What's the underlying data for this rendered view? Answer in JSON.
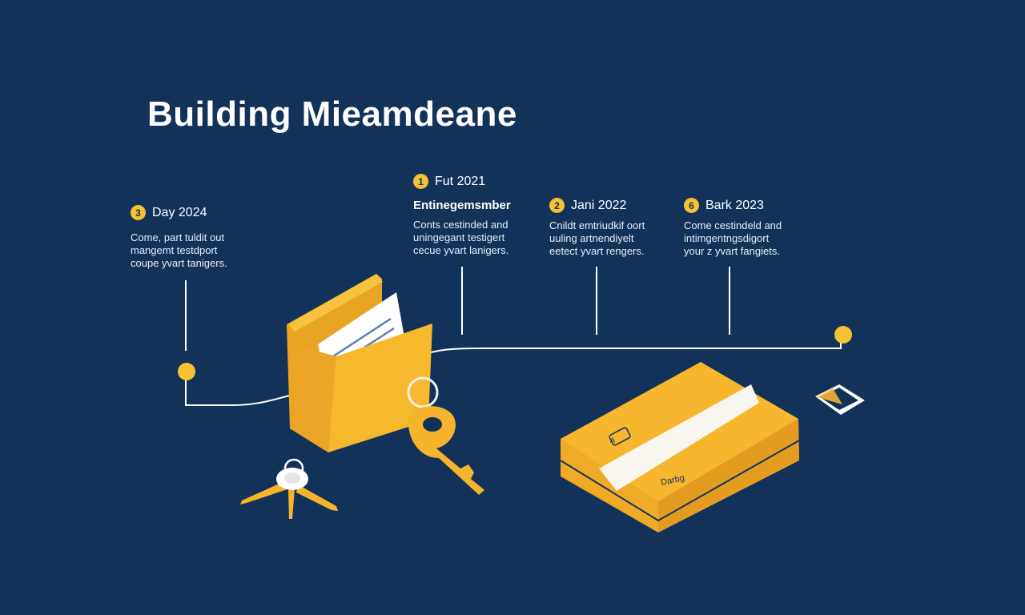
{
  "title": "Building Mieamdeane",
  "milestones": [
    {
      "badge": "3",
      "date": "Day 2024",
      "heading": "",
      "lines": [
        "Come, part tuldit out",
        "mangemt testdport",
        "coupe yvart tanigers."
      ]
    },
    {
      "badge": "1",
      "date": "Fut 2021",
      "heading": "Entinegemsmber",
      "lines": [
        "Conts cestinded and",
        "uningegant testigert",
        "cecue yvart lanigers."
      ]
    },
    {
      "badge": "2",
      "date": "Jani 2022",
      "heading": "",
      "lines": [
        "Cnildt emtriudkif oort",
        "uuling artnendiyelt",
        "eetect yvart rengers."
      ]
    },
    {
      "badge": "6",
      "date": "Bark 2023",
      "heading": "",
      "lines": [
        "Come cestindeld and",
        "intimgentngsdigort",
        "your z yvart fangiets."
      ]
    }
  ],
  "card": {
    "label": "Darbg",
    "chip_label": "A"
  },
  "colors": {
    "background": "#13325a",
    "accent": "#f5c331",
    "accent_dark": "#e3a21f",
    "line": "#ffffff"
  },
  "icons": [
    "folder-icon",
    "document-icon",
    "key-icon",
    "key-ring-icon",
    "card-icon",
    "small-device-icon"
  ]
}
